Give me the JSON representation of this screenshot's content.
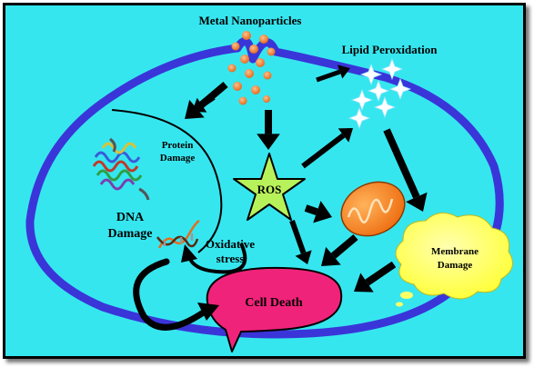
{
  "labels": {
    "metal_nanoparticles": "Metal Nanoparticles",
    "lipid_peroxidation": "Lipid Peroxidation",
    "protein": "Protein",
    "damage_protein": "Damage",
    "ros": "ROS",
    "dna": "DNA",
    "damage_dna": "Damage",
    "oxidative": "Oxidative",
    "stress": "stress",
    "membrane": "Membrane",
    "damage_membrane": "Damage",
    "cell_death": "Cell Death"
  },
  "colors": {
    "background": "#36e6ef",
    "cell_membrane": "#3a35d8",
    "nanoparticles": "#f28a3e",
    "ros_star": "#b8f25a",
    "cell_death": "#f0237a",
    "membrane_cloud": "#ffff33",
    "mitochondrion": "#ff8a1f",
    "arrow": "#000000"
  },
  "icons": {
    "protein": "protein-helix-icon",
    "dna": "dna-helix-icon",
    "mitochondrion": "mitochondrion-icon",
    "lipid": "sparkle-star-icon"
  }
}
